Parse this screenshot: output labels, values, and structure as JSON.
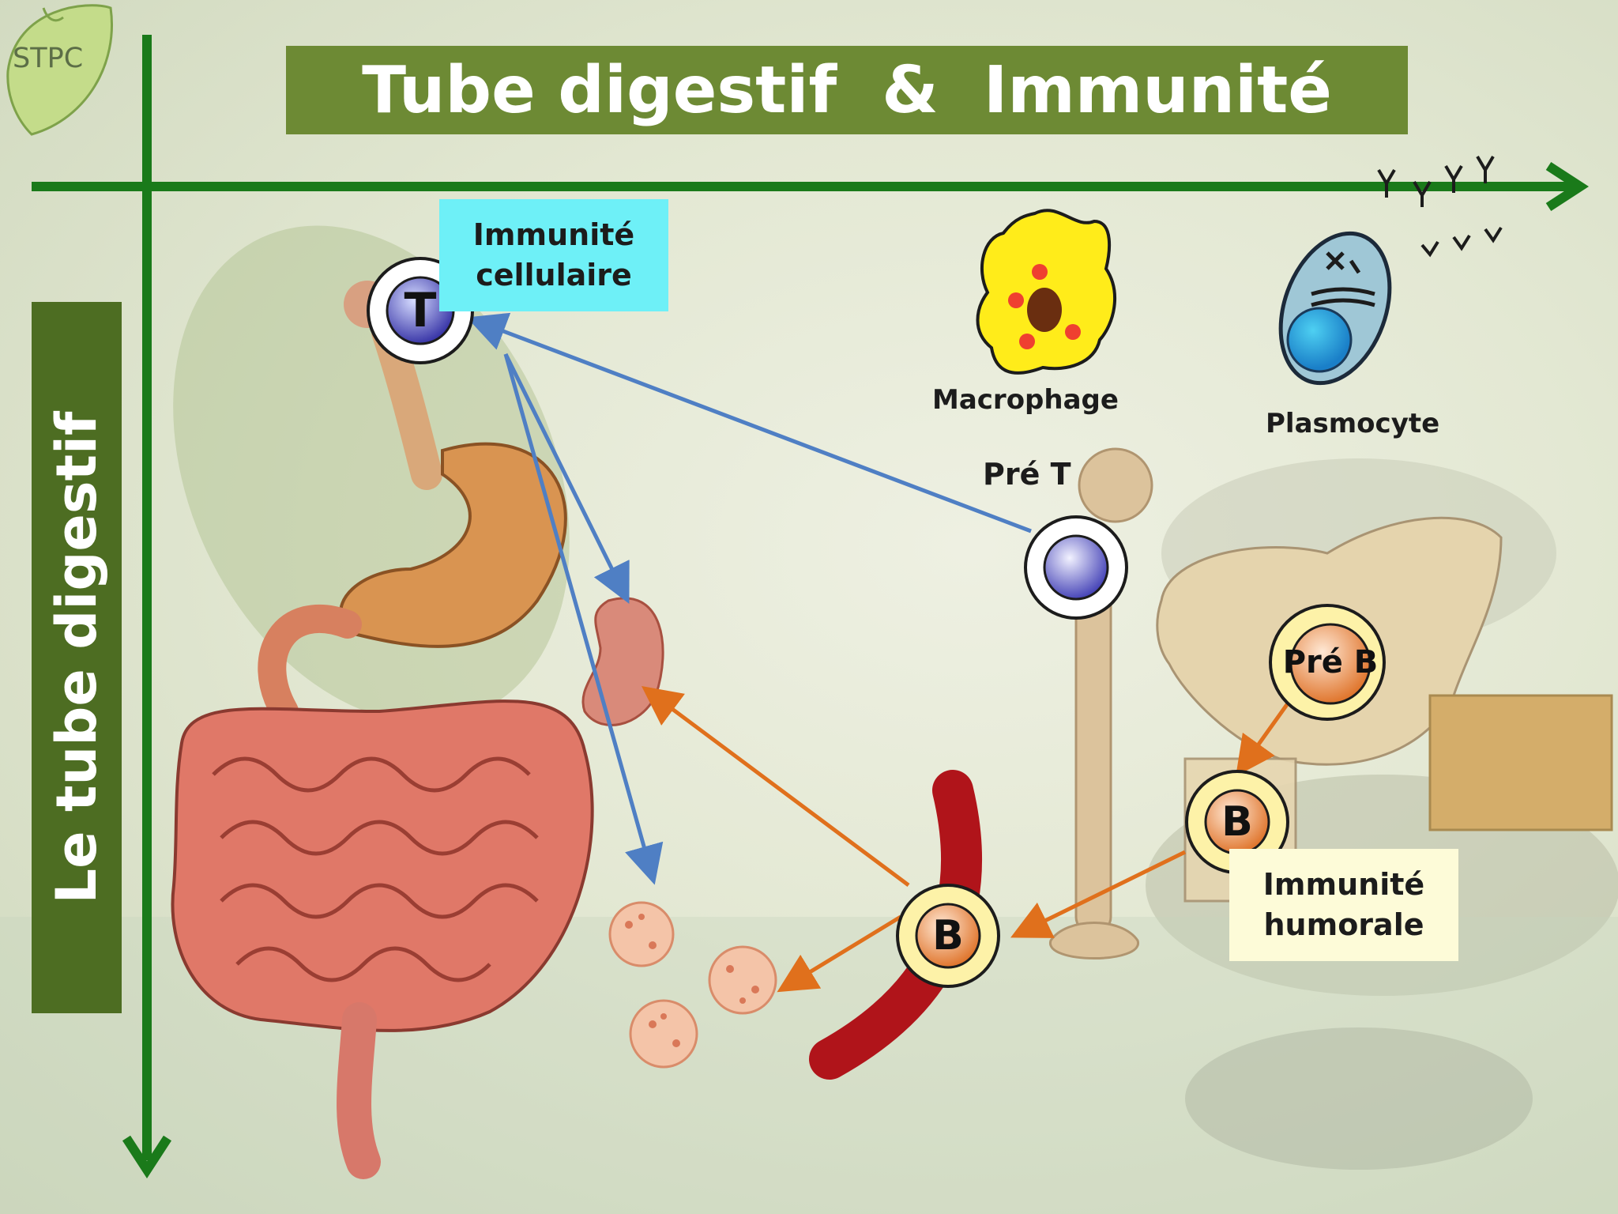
{
  "logo": {
    "text": "STPC"
  },
  "title": "Tube digestif  &  Immunité",
  "side_title": "Le tube digestif",
  "boxes": {
    "cellular": [
      "Immunité",
      "cellulaire"
    ],
    "humoral": [
      "Immunité",
      "humorale"
    ]
  },
  "labels": {
    "macrophage": "Macrophage",
    "plasmocyte": "Plasmocyte",
    "pre_t": "Pré T"
  },
  "cells": {
    "t_cell": "T",
    "pre_b": "Pré B",
    "b_cell_bone": "B",
    "b_cell_blood": "B"
  },
  "colors": {
    "title_bar": "#6d8a34",
    "side_bar": "#4d6d22",
    "axis": "#1a7a1a",
    "arrow_t": "#4f7fc4",
    "arrow_b": "#e0701c",
    "cellular_box": "#6ef0f7",
    "humoral_box": "#fdfbd8",
    "macrophage": "#ffec1a",
    "blood_vessel": "#b0141a"
  }
}
